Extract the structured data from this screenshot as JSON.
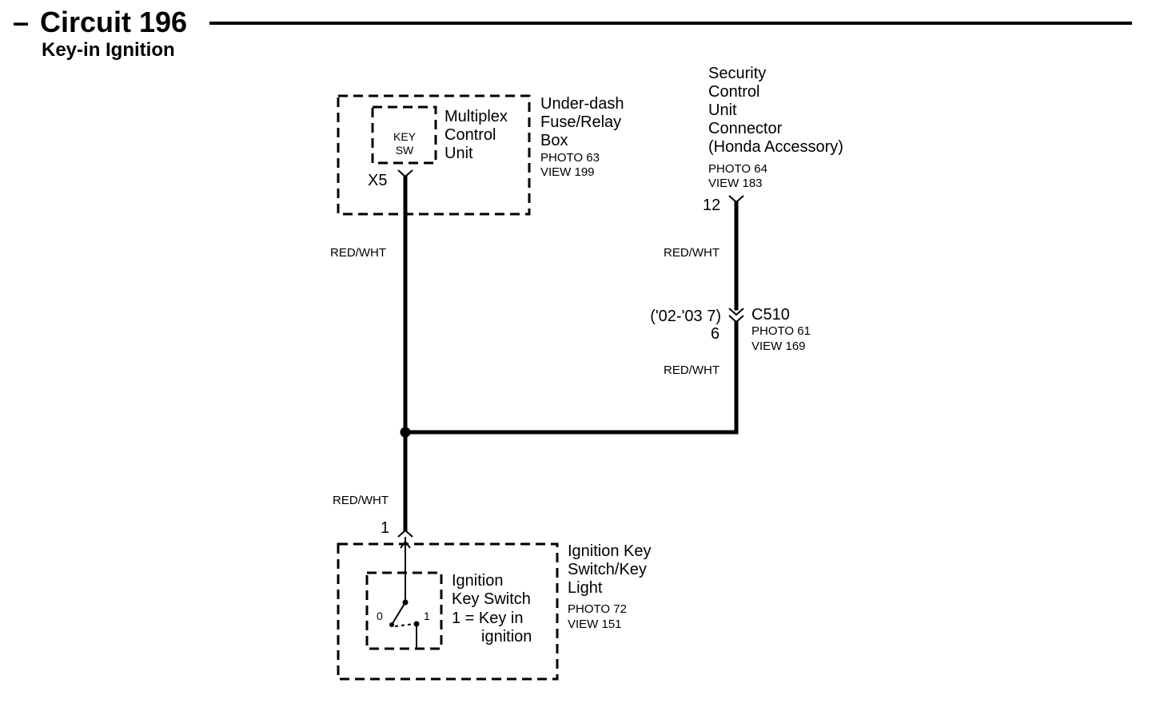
{
  "header": {
    "dash": "–",
    "title": "Circuit 196",
    "subtitle": "Key-in Ignition"
  },
  "components": {
    "multiplex_control_unit": {
      "name_lines": [
        "Multiplex",
        "Control",
        "Unit"
      ],
      "inner_box_lines": [
        "KEY",
        "SW"
      ],
      "terminal": "X5"
    },
    "under_dash_box": {
      "name_lines": [
        "Under-dash",
        "Fuse/Relay",
        "Box"
      ],
      "photo": "PHOTO 63",
      "view": "VIEW 199"
    },
    "security_control_unit": {
      "name_lines": [
        "Security",
        "Control",
        "Unit",
        "Connector",
        "(Honda Accessory)"
      ],
      "photo": "PHOTO 64",
      "view": "VIEW 183",
      "terminal": "12"
    },
    "connector_c510": {
      "name": "C510",
      "photo": "PHOTO 61",
      "view": "VIEW 169",
      "model_years": "('02-'03 7)",
      "terminal": "6"
    },
    "ignition_key_switch": {
      "name_lines": [
        "Ignition Key",
        "Switch/Key",
        "Light"
      ],
      "photo": "PHOTO 72",
      "view": "VIEW 151",
      "terminal": "1",
      "inner_lines": [
        "Ignition",
        "Key Switch",
        "1 = Key in",
        "ignition"
      ],
      "position_off": "0",
      "position_on": "1"
    }
  },
  "wires": {
    "left_upper": "RED/WHT",
    "right_upper": "RED/WHT",
    "right_lower": "RED/WHT",
    "left_lower": "RED/WHT"
  }
}
